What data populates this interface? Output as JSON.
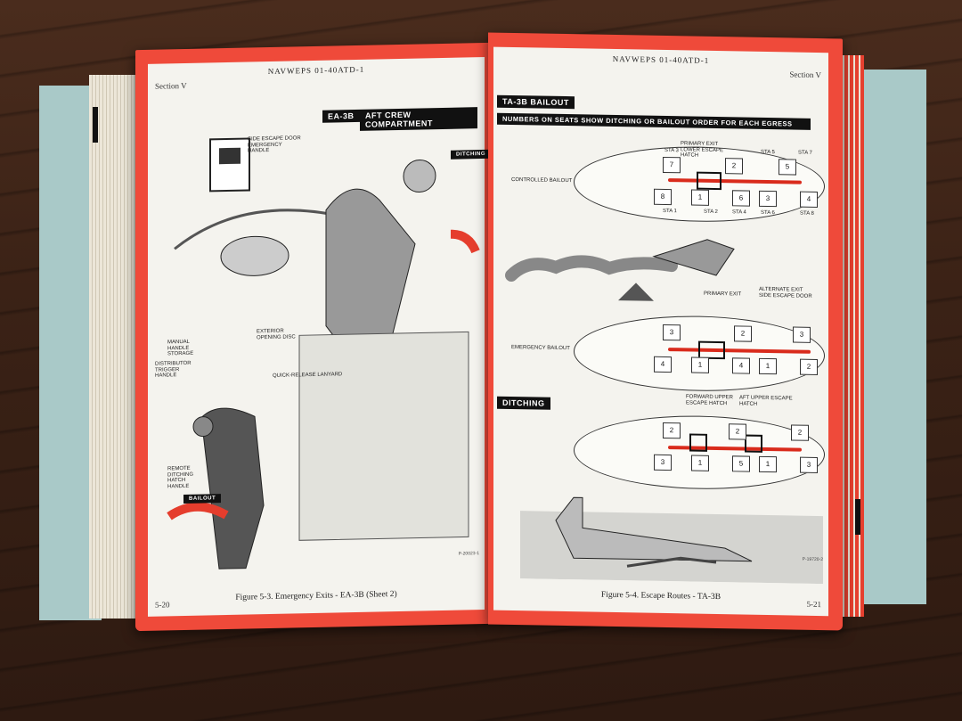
{
  "left_page": {
    "header": "NAVWEPS 01-40ATD-1",
    "section": "Section V",
    "title_prefix": "EA-3B",
    "title": "AFT CREW COMPARTMENT",
    "labels": {
      "side_escape": "SIDE ESCAPE DOOR EMERGENCY HANDLE",
      "exterior": "EXTERIOR OPENING DISC",
      "manual": "MANUAL HANDLE STORAGE",
      "trigger": "DISTRIBUTOR TRIGGER HANDLE",
      "quick_release": "QUICK-RELEASE LANYARD",
      "remote": "REMOTE DITCHING HATCH HANDLE",
      "ditching": "DITCHING",
      "bailout": "BAILOUT"
    },
    "print_no": "P-20023-1",
    "caption": "Figure 5-3.  Emergency Exits - EA-3B (Sheet 2)",
    "page_no": "5-20"
  },
  "right_page": {
    "header": "NAVWEPS 01-40ATD-1",
    "section": "Section V",
    "title_a": "TA-3B BAILOUT",
    "title_b": "NUMBERS ON SEATS SHOW DITCHING OR BAILOUT ORDER FOR EACH EGRESS",
    "ditching_title": "DITCHING",
    "controlled_bailout": "CONTROLLED BAILOUT",
    "emergency_bailout": "EMERGENCY BAILOUT",
    "labels": {
      "primary_exit": "PRIMARY EXIT",
      "primary_exit_alt": "PRIMARY EXIT LOWER ESCAPE HATCH",
      "alternate_exit": "ALTERNATE EXIT SIDE ESCAPE DOOR",
      "forward_upper": "FORWARD UPPER ESCAPE HATCH",
      "aft_upper": "AFT UPPER ESCAPE HATCH",
      "sta1": "STA 1",
      "sta2": "STA 2",
      "sta3": "STA 3",
      "sta4": "STA 4",
      "sta5": "STA 5",
      "sta6": "STA 6",
      "sta7": "STA 7",
      "sta8": "STA 8"
    },
    "seats": {
      "controlled_top": [
        "7",
        "2",
        "5"
      ],
      "controlled_bottom": [
        "8",
        "1",
        "6",
        "3",
        "4"
      ],
      "emergency_top": [
        "3",
        "2",
        "3"
      ],
      "emergency_bottom": [
        "4",
        "1",
        "4",
        "1",
        "2"
      ],
      "ditching_top": [
        "2",
        "2",
        "2"
      ],
      "ditching_bottom": [
        "3",
        "1",
        "5",
        "1",
        "3"
      ]
    },
    "print_no": "P-19720-2",
    "caption": "Figure 5-4.  Escape Routes - TA-3B",
    "page_no": "5-21"
  }
}
